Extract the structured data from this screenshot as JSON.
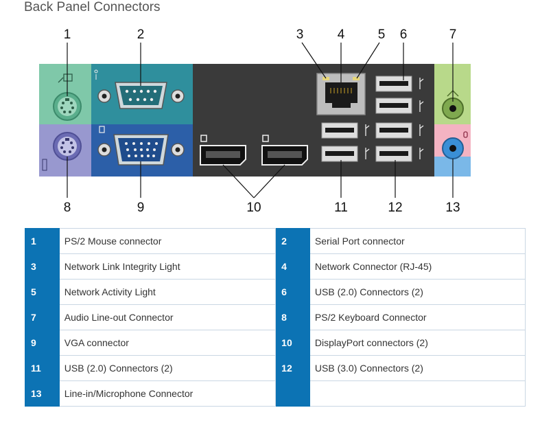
{
  "title": "Back Panel Connectors",
  "callouts": [
    "1",
    "2",
    "3",
    "4",
    "5",
    "6",
    "7",
    "8",
    "9",
    "10",
    "11",
    "12",
    "13"
  ],
  "colors": {
    "ps2_mouse": "#7fc8a9",
    "ps2_keyboard": "#8f8fc9",
    "serial": "#2f8f9d",
    "vga": "#2c5fa8",
    "panel": "#3a3a3a",
    "audio_out": "#b8d98a",
    "audio_in": "#f4b3c2",
    "audio_in_blue": "#7ab8e8",
    "table_accent": "#0c73b4"
  },
  "legend": [
    [
      {
        "num": "1",
        "label": "PS/2 Mouse connector"
      },
      {
        "num": "2",
        "label": "Serial Port connector"
      }
    ],
    [
      {
        "num": "3",
        "label": "Network Link Integrity Light"
      },
      {
        "num": "4",
        "label": "Network Connector (RJ-45)"
      }
    ],
    [
      {
        "num": "5",
        "label": "Network Activity Light"
      },
      {
        "num": "6",
        "label": "USB (2.0) Connectors (2)"
      }
    ],
    [
      {
        "num": "7",
        "label": "Audio Line-out Connector"
      },
      {
        "num": "8",
        "label": "PS/2 Keyboard Connector"
      }
    ],
    [
      {
        "num": "9",
        "label": "VGA connector"
      },
      {
        "num": "10",
        "label": "DisplayPort connectors (2)"
      }
    ],
    [
      {
        "num": "11",
        "label": "USB (2.0) Connectors (2)"
      },
      {
        "num": "12",
        "label": "USB (3.0) Connectors (2)"
      }
    ],
    [
      {
        "num": "13",
        "label": "Line-in/Microphone Connector"
      },
      {
        "num": "",
        "label": ""
      }
    ]
  ]
}
